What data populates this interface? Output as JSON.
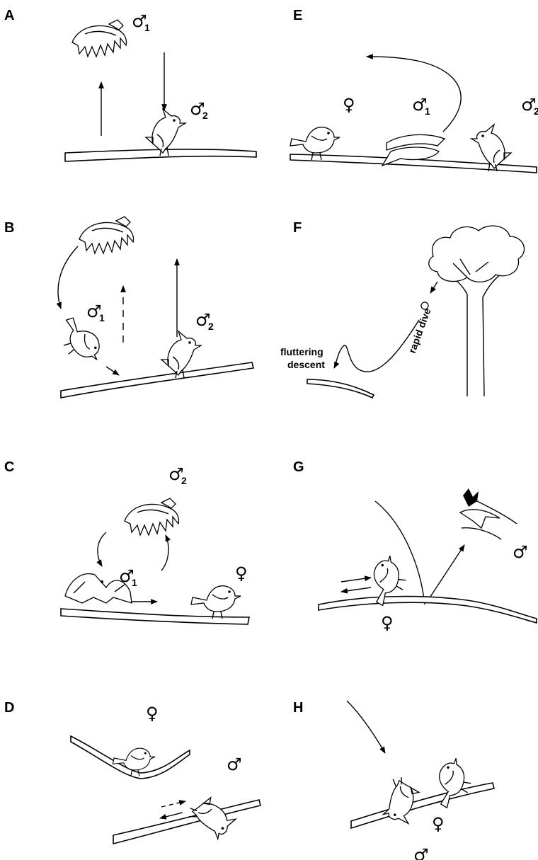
{
  "panels": {
    "A": {
      "label": "A",
      "m1": "♂",
      "m1_sub": "1",
      "m2": "♂",
      "m2_sub": "2"
    },
    "B": {
      "label": "B",
      "m1": "♂",
      "m1_sub": "1",
      "m2": "♂",
      "m2_sub": "2"
    },
    "C": {
      "label": "C",
      "m2": "♂",
      "m2_sub": "2",
      "m1": "♂",
      "m1_sub": "1",
      "f": "♀"
    },
    "D": {
      "label": "D",
      "f": "♀",
      "m": "♂"
    },
    "E": {
      "label": "E",
      "f": "♀",
      "m1": "♂",
      "m1_sub": "1",
      "m2": "♂",
      "m2_sub": "2"
    },
    "F": {
      "label": "F",
      "dive_label": "rapid dive",
      "descent_line1": "fluttering",
      "descent_line2": "descent"
    },
    "G": {
      "label": "G",
      "m": "♂",
      "f": "♀"
    },
    "H": {
      "label": "H",
      "f": "♀",
      "m": "♂"
    }
  }
}
